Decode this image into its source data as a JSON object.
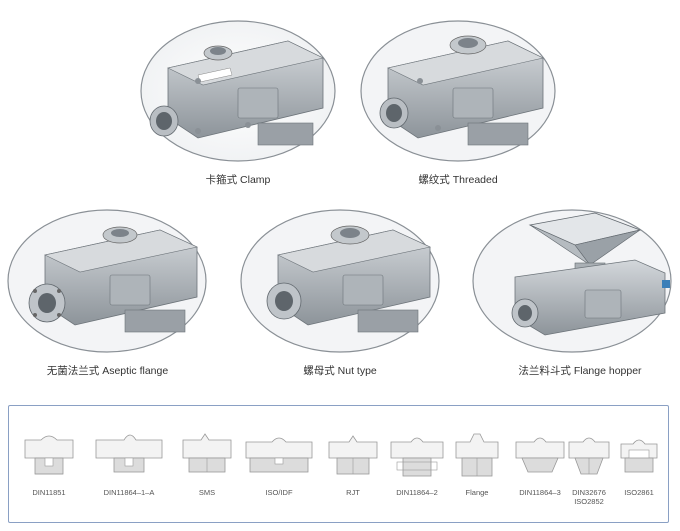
{
  "pump_types": [
    {
      "id": "clamp",
      "caption": "卡箍式 Clamp"
    },
    {
      "id": "threaded",
      "caption": "螺纹式  Threaded"
    },
    {
      "id": "aseptic",
      "caption": "无菌法兰式 Aseptic flange"
    },
    {
      "id": "nut",
      "caption": "螺母式 Nut type"
    },
    {
      "id": "hopper",
      "caption": "法兰料斗式 Flange hopper"
    }
  ],
  "connection_standards": [
    "DIN11851",
    "DIN11864–1–A",
    "SMS",
    "ISO/IDF",
    "RJT",
    "DIN11864–2",
    "Flange",
    "DIN11864–3",
    "DIN32676\nISO2852",
    "ISO2861"
  ],
  "colors": {
    "metal_light": "#c9cdd2",
    "metal_mid": "#a7adb3",
    "metal_dark": "#7d848b",
    "ellipse_stroke": "#8a9096",
    "panel_border": "#8aa0c4"
  }
}
